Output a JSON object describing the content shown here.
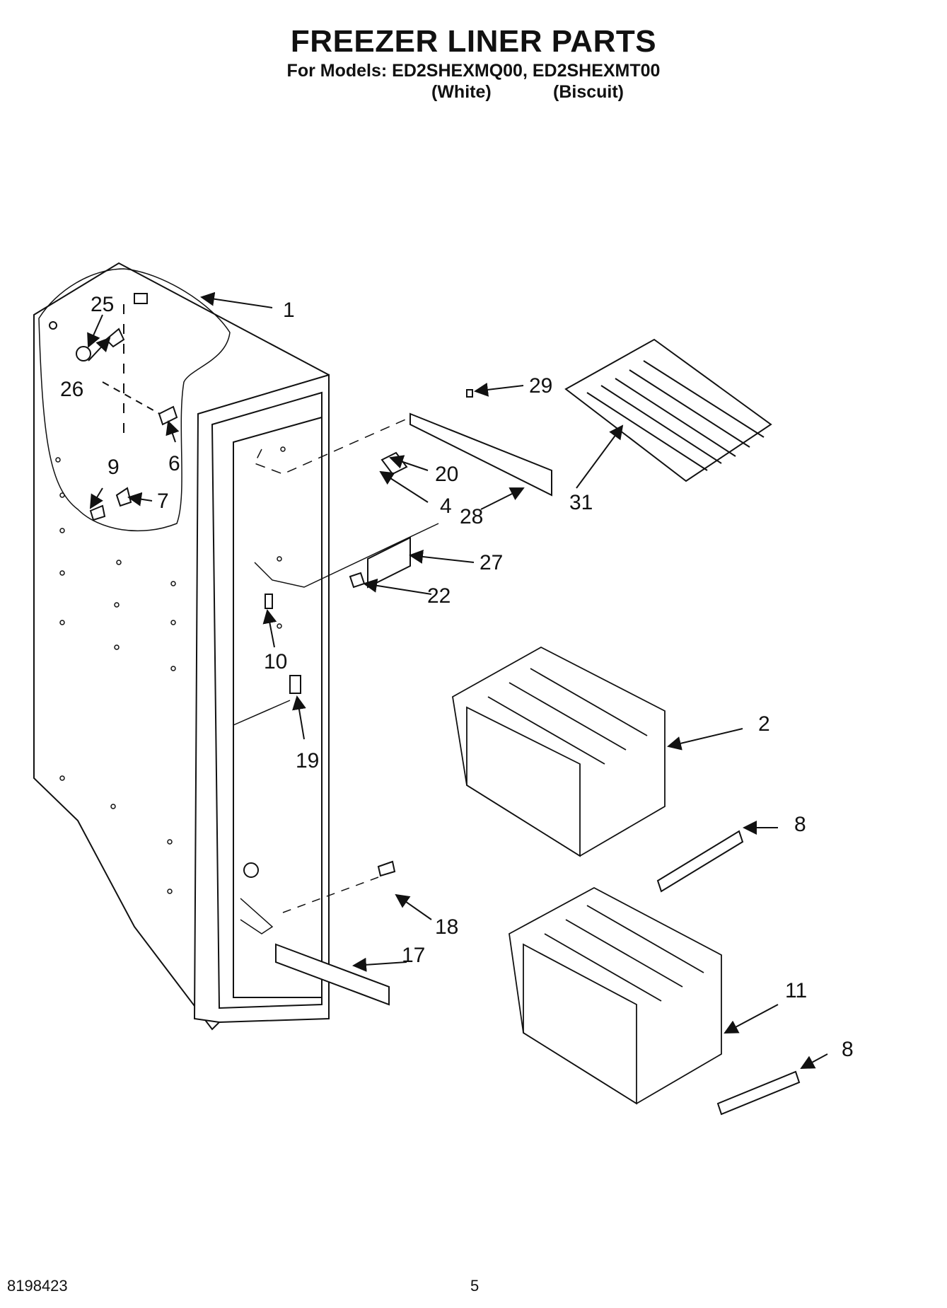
{
  "header": {
    "title": "FREEZER LINER PARTS",
    "models_line": "For Models: ED2SHEXMQ00, ED2SHEXMT00",
    "variant_1": "(White)",
    "variant_2": "(Biscuit)"
  },
  "callouts": [
    "1",
    "25",
    "26",
    "6",
    "9",
    "7",
    "29",
    "20",
    "4",
    "28",
    "31",
    "27",
    "22",
    "10",
    "19",
    "2",
    "8",
    "18",
    "17",
    "11",
    "8"
  ],
  "footer": {
    "doc_number": "8198423",
    "page_number": "5"
  }
}
